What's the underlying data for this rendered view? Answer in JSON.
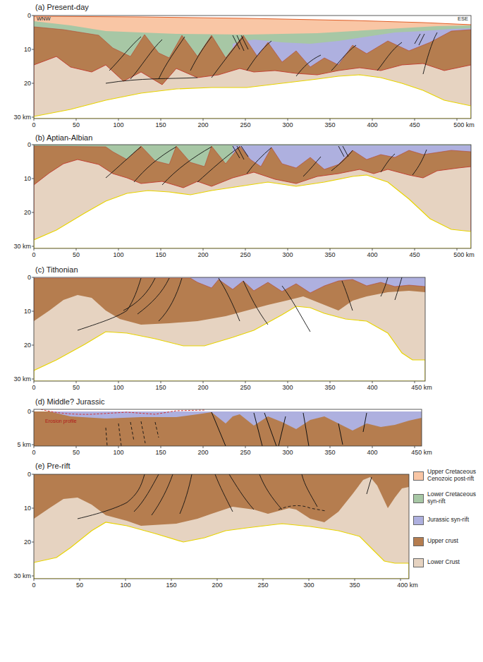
{
  "diagram": {
    "labels": [
      "(a) Present-day",
      "WNW",
      "ESE",
      "0",
      "10",
      "20",
      "30 km",
      "0",
      "50",
      "100",
      "150",
      "200",
      "250",
      "300",
      "350",
      "400",
      "450",
      "500 km",
      "(b) Aptian-Albian",
      "0",
      "10",
      "20",
      "30 km",
      "0",
      "50",
      "100",
      "150",
      "200",
      "250",
      "300",
      "350",
      "400",
      "450",
      "500 km",
      "(c) Tithonian",
      "0",
      "10",
      "20",
      "30 km",
      "0",
      "50",
      "100",
      "150",
      "200",
      "250",
      "300",
      "350",
      "400",
      "450 km",
      "(d) Middle? Jurassic",
      "Erosion profile",
      "0",
      "5 km",
      "0",
      "50",
      "100",
      "150",
      "200",
      "250",
      "300",
      "350",
      "400",
      "450 km",
      "(e) Pre-rift",
      "0",
      "10",
      "20",
      "30 km",
      "0",
      "50",
      "100",
      "150",
      "200",
      "250",
      "300",
      "350",
      "400 km"
    ],
    "legend": [
      {
        "text": "Upper Cretaceous Cenozoic post-rift",
        "color": "#f9c6a5"
      },
      {
        "text": "Lower Cretaceous syn-rift",
        "color": "#a7c7a5"
      },
      {
        "text": "Jurassic syn-rift",
        "color": "#aeb0df"
      },
      {
        "text": "Upper crust",
        "color": "#b57d4f"
      },
      {
        "text": "Lower Crust",
        "color": "#e6d3c1"
      }
    ]
  }
}
